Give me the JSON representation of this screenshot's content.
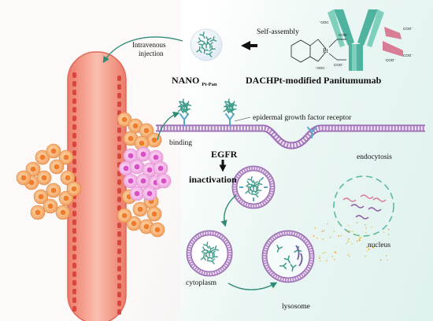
{
  "labels": {
    "self_assembly": "Self-assembly",
    "intravenous_injection": "Intravenous\ninjection",
    "nano_main": "NANO",
    "nano_sub": "Pt-Pan",
    "dachpt_title": "DACHPt-modified Panitumumab",
    "egf_receptor": "epidermal growth factor receptor",
    "binding": "binding",
    "egfr": "EGFR",
    "inactivation": "inactivation",
    "endocytosis": "endocytosis",
    "nucleus": "nucleus",
    "cytoplasm": "cytoplasm",
    "lysosome": "lysosome",
    "coo_minus": "COO⁻",
    "ooc_minus": "⁻OOC",
    "pt": "Pt"
  },
  "colors": {
    "vessel": "#f6a08d",
    "vessel_dark": "#e25b4b",
    "tumor_orange": "#f6a55e",
    "tumor_pink": "#f0a7df",
    "antibody_teal": "#4fb3a0",
    "antibody_pink": "#d77d96",
    "membrane": "#8c5aa6",
    "arrow_teal": "#2e8b75",
    "nucleus_dash": "#5dbb9a"
  }
}
